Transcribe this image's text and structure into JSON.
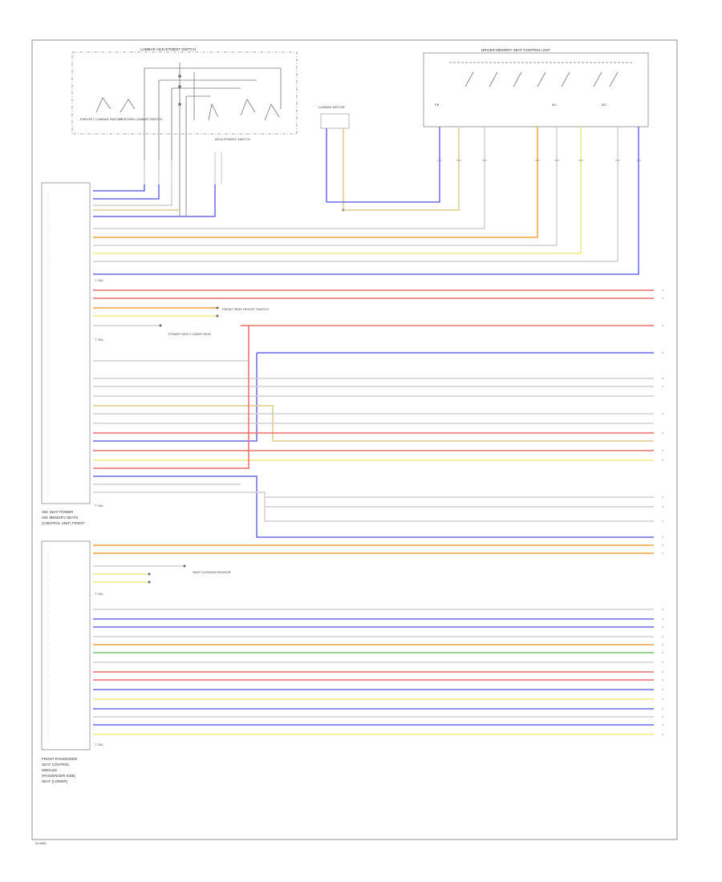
{
  "diagram": {
    "page_ref": "W.0084",
    "colors": {
      "red": "#f26b6b",
      "blue": "#6a6ae6",
      "yellow": "#f2ec7a",
      "orange": "#f0a23a",
      "green": "#74c274",
      "gray": "#a8a8a8",
      "light": "#d0d0d0",
      "tan": "#e2cc8a",
      "frame": "#909090"
    },
    "components": {
      "lumbar_switch": {
        "title": "LUMBAR ADJUSTMENT SWITCH"
      },
      "driver_module": {
        "title": "DRIVER MEMORY SEAT CONTROL UNIT"
      },
      "lumbar_motor": {
        "label": "LUMBAR MOTOR"
      },
      "fwd_pump": {
        "label": "FWD/AFT LUMBAR SWITCH"
      },
      "up_pump": {
        "label": "UP/DOWN LUMBAR SWITCH"
      },
      "adj_switch": {
        "label": "ADJUSTMENT SWITCH"
      },
      "left_module": {
        "label1": "SW: SEAT POWER",
        "label2": "SW: MEMORY SEATS",
        "label3": "(CONTROL UNIT) FRONT"
      },
      "front_sensor": {
        "label1": "FRONT PASSENGER",
        "label2": "SEAT CONTROL",
        "label3": "MODULE",
        "label4": "(PASSENGER SIDE)",
        "label5": "SEAT (LOWER)"
      },
      "seat_switch_1": {
        "label": "FRONT SEAT HEIGHT SWITCH"
      },
      "seat_switch_2": {
        "label": "POWER SEAT LOWER SEAT"
      },
      "driver_switch": {
        "label": "SEAT CUSHION SENSOR"
      }
    },
    "sections": {
      "section1": {
        "footer": "T 30A"
      },
      "section2": {
        "footer": "T 30A"
      },
      "section3": {
        "footer": "T 30A"
      },
      "section4": {
        "footer": "T 30A"
      },
      "section5": {
        "footer": "T 30A"
      }
    },
    "module_labels": {
      "m1": "PB",
      "m2": "M1",
      "m3": "M2"
    }
  }
}
